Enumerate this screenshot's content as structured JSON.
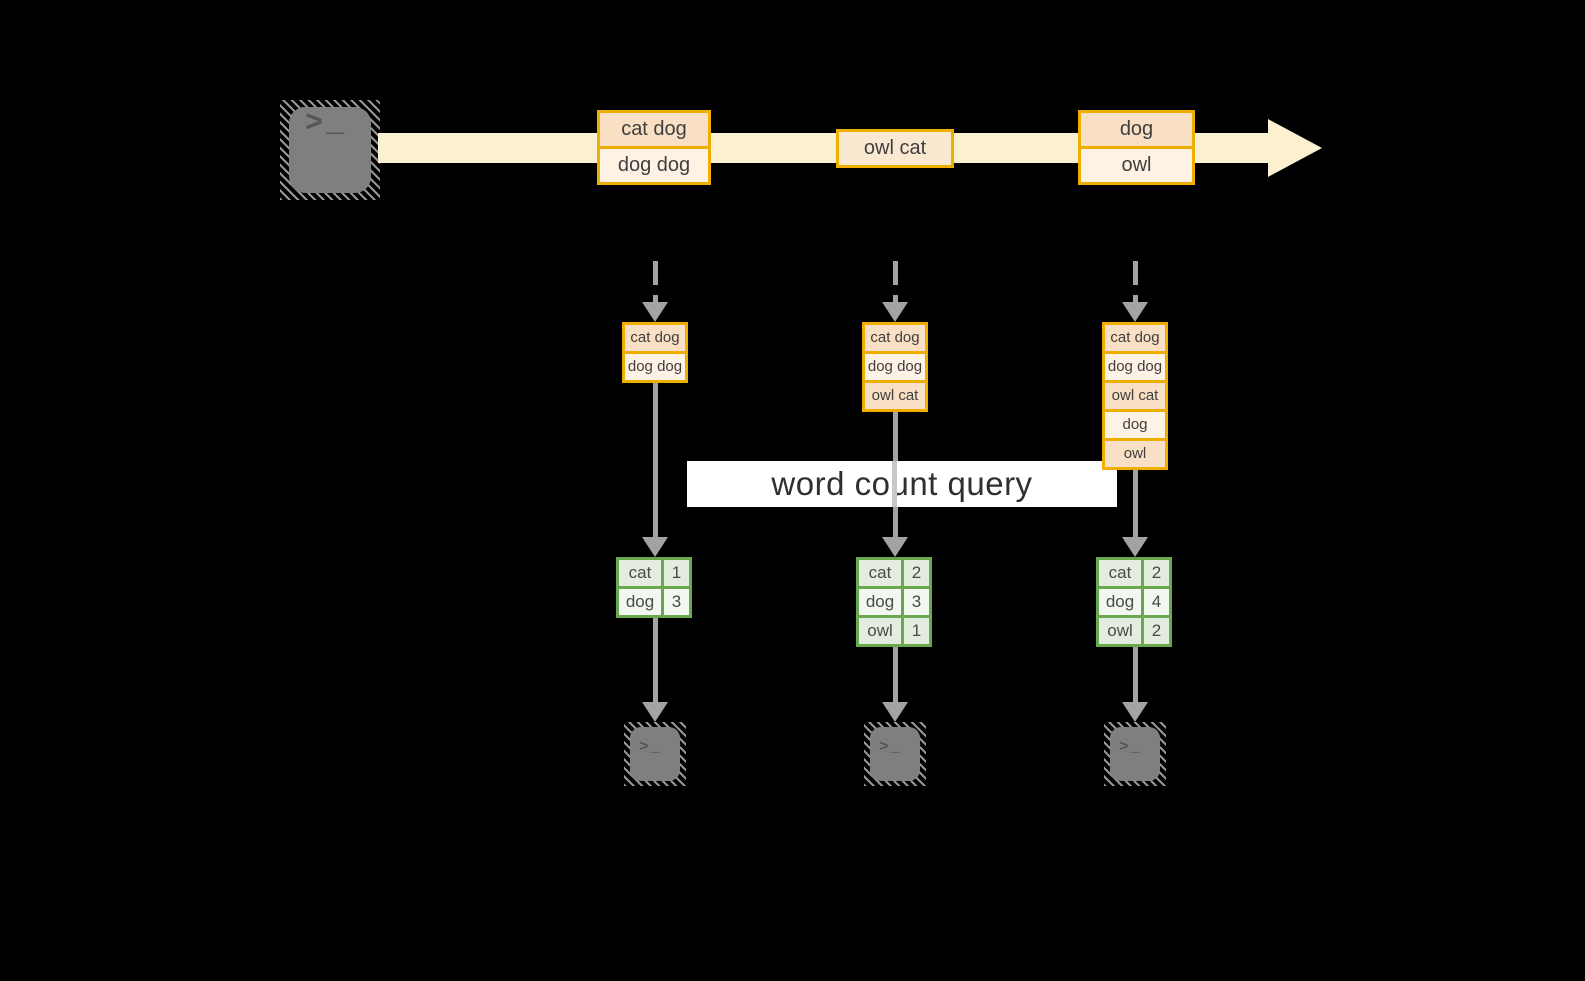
{
  "query": {
    "label": "word count query"
  },
  "icons": {
    "terminal_glyph": ">_"
  },
  "colors": {
    "background": "#000000",
    "stream_band": "#fbf1d0",
    "record_border": "#efaf00",
    "record_fill_peach": "#f9dfc3",
    "record_fill_cream": "#fdf2e3",
    "result_border": "#6aa84f",
    "result_fill_dark": "#e4ecdf",
    "result_fill_light": "#f3f7f1",
    "connector_gray": "#a3a3a3",
    "terminal_gray": "#7f7f7f"
  },
  "stream": {
    "records": [
      {
        "rows": [
          {
            "text": "cat dog",
            "tone": "dark"
          },
          {
            "text": "dog dog",
            "tone": "light"
          }
        ]
      },
      {
        "rows": [
          {
            "text": "owl cat",
            "tone": "mid"
          }
        ]
      },
      {
        "rows": [
          {
            "text": "dog",
            "tone": "dark"
          },
          {
            "text": "owl",
            "tone": "light"
          }
        ]
      }
    ]
  },
  "columns": [
    {
      "snapshot_rows": [
        "cat dog",
        "dog dog"
      ],
      "result_rows": [
        [
          "cat",
          "1"
        ],
        [
          "dog",
          "3"
        ]
      ]
    },
    {
      "snapshot_rows": [
        "cat dog",
        "dog dog",
        "owl cat"
      ],
      "result_rows": [
        [
          "cat",
          "2"
        ],
        [
          "dog",
          "3"
        ],
        [
          "owl",
          "1"
        ]
      ]
    },
    {
      "snapshot_rows": [
        "cat dog",
        "dog dog",
        "owl cat",
        "dog",
        "owl"
      ],
      "result_rows": [
        [
          "cat",
          "2"
        ],
        [
          "dog",
          "4"
        ],
        [
          "owl",
          "2"
        ]
      ]
    }
  ]
}
